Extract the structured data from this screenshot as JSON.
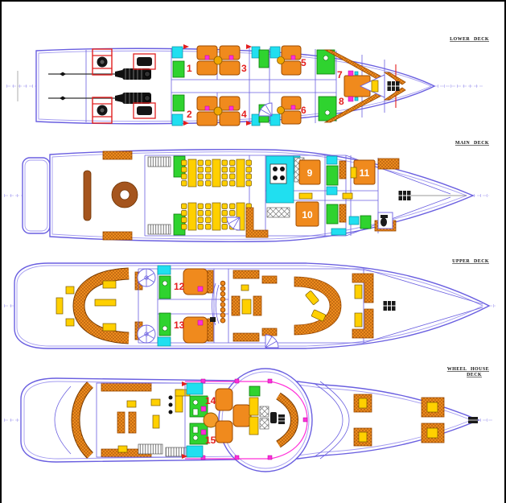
{
  "drawing": {
    "type": "ship-deck-plans",
    "deck_count": 4
  },
  "decks": [
    {
      "id": "lower",
      "label": "LOWER DECK",
      "cabins": [
        "1",
        "2",
        "3",
        "4",
        "5",
        "6",
        "7",
        "8"
      ]
    },
    {
      "id": "main",
      "label": "MAIN DECK",
      "cabins": [
        "9",
        "10",
        "11"
      ]
    },
    {
      "id": "upper",
      "label": "UPPER DECK",
      "cabins": [
        "12",
        "13"
      ]
    },
    {
      "id": "wheelhouse",
      "label": "WHEEL HOUSE",
      "label2": "DECK",
      "cabins": [
        "14",
        "15"
      ]
    }
  ],
  "colors": {
    "hull": "#6a5fe0",
    "hull2": "#a39bf0",
    "orange": "#f08a1d",
    "orange_dark": "#9c4a00",
    "yellow": "#ffd000",
    "green": "#2fd32f",
    "cyan": "#20dff0",
    "magenta": "#ff30d8",
    "red": "#e41e1e",
    "brown": "#a5551e",
    "engine_red": "#e02020"
  }
}
